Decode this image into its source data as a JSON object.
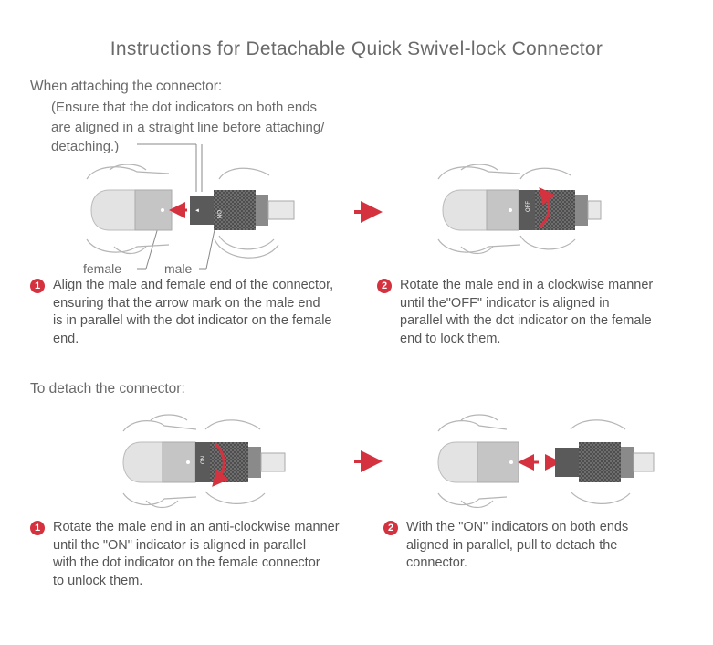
{
  "title": "Instructions for Detachable Quick Swivel-lock Connector",
  "attach": {
    "heading": "When attaching the connector:",
    "note": [
      "(Ensure that the dot indicators on both ends",
      "are aligned in a straight line before attaching/",
      "detaching.)"
    ],
    "labels": {
      "female": "female",
      "male": "male"
    },
    "steps": [
      {
        "num": "1",
        "lines": [
          "Align the male and female end of the connector,",
          "ensuring that the arrow mark on the male end",
          "is in parallel with the dot indicator on the female",
          "end."
        ]
      },
      {
        "num": "2",
        "lines": [
          "Rotate the male end in a clockwise manner",
          "until the\"OFF\" indicator is aligned in",
          "parallel with the dot indicator on the female",
          "end to lock them."
        ]
      }
    ]
  },
  "detach": {
    "heading": "To detach the connector:",
    "steps": [
      {
        "num": "1",
        "lines": [
          "Rotate the male end in an anti-clockwise manner",
          "until the \"ON\" indicator is aligned in parallel",
          "with the dot indicator on the female connector",
          "to unlock them."
        ]
      },
      {
        "num": "2",
        "lines": [
          "With the \"ON\" indicators on both ends",
          "aligned in parallel, pull to detach the",
          "connector."
        ]
      }
    ]
  },
  "connector_markings": {
    "on": "ON",
    "off": "OFF"
  },
  "colors": {
    "accent": "#d4323f",
    "text": "#6a6a6a",
    "metal_dark": "#5a5a5a",
    "metal_light": "#c8c8c8"
  }
}
